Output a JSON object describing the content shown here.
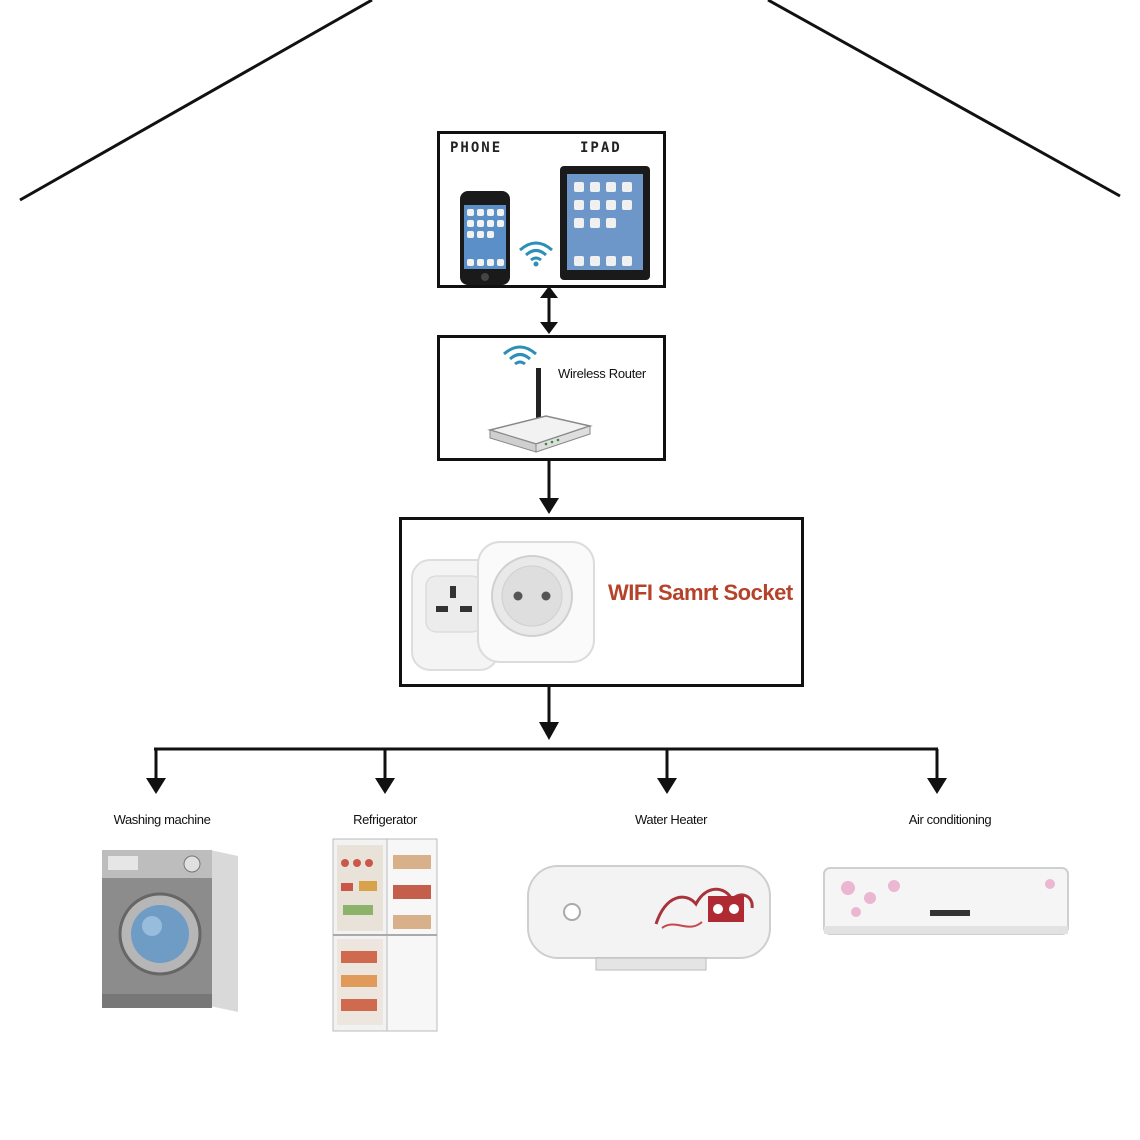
{
  "devices_box": {
    "phone_label": "PHONE",
    "ipad_label": "IPAD"
  },
  "router_box": {
    "label": "Wireless Router"
  },
  "socket_box": {
    "label": "WIFI Samrt Socket"
  },
  "appliances": [
    {
      "label": "Washing machine"
    },
    {
      "label": "Refrigerator"
    },
    {
      "label": "Water Heater"
    },
    {
      "label": "Air conditioning"
    }
  ],
  "colors": {
    "line": "#111111",
    "socket_text": "#b5432a",
    "wifi": "#2b8fb8"
  }
}
